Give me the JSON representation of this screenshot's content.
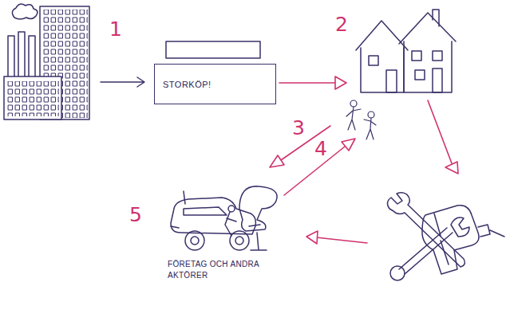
{
  "diagram": {
    "nodes": [
      {
        "text": [
          "STORKÖP!"
        ]
      }
    ],
    "labels": [
      "1",
      "2",
      "3",
      "4",
      "5",
      "FÖRETAG OCH ANDRA AKTÖRER"
    ]
  }
}
